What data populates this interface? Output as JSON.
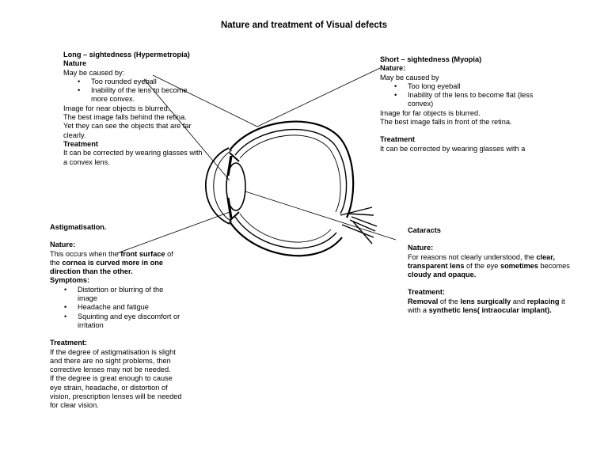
{
  "title": "Nature and treatment of Visual defects",
  "long": {
    "heading": "Long – sightedness (Hypermetropia)",
    "nature_label": "Nature",
    "caused_by": "May be caused by:",
    "bullets": [
      "Too rounded eyeball",
      "Inability of the lens  to become more convex."
    ],
    "lines": [
      "Image for near objects is blurred.",
      "The best image falls behind the retina.",
      "Yet they can see the objects that are far clearly."
    ],
    "treatment_label": "Treatment",
    "treatment": "It can be corrected by wearing glasses with a convex lens."
  },
  "short": {
    "heading": "Short – sightedness (Myopia)",
    "nature_label": "Nature:",
    "caused_by": "May be caused by",
    "bullets": [
      "Too long eyeball",
      "Inability of the lens to become flat (less convex)"
    ],
    "lines": [
      "Image for far objects is blurred.",
      "The best image falls in front of the retina."
    ],
    "treatment_label": "Treatment",
    "treatment": "It can be corrected by wearing glasses with a"
  },
  "astig": {
    "heading": "Astigmatisation.",
    "nature_label": "Nature:",
    "nature_p1": "This occurs when the ",
    "nature_b1": "front surface",
    "nature_p2": " of the ",
    "nature_b2": "cornea is curved more in one direction than the other.",
    "symptoms_label": "Symptoms:",
    "bullets": [
      "Distortion or blurring of the image",
      "Headache and fatigue",
      "Squinting and eye discomfort or irritation"
    ],
    "treatment_label": "Treatment:",
    "treatment_p1": " If the degree of astigmatisation is slight and there are no sight problems, then corrective lenses may not be needed.",
    "treatment_p2": "If the degree is great enough to cause eye strain, headache, or distortion of vision, prescription lenses will be needed for clear vision."
  },
  "cataracts": {
    "heading": "Cataracts",
    "nature_label": "Nature:",
    "nature_p1": "For reasons not clearly understood, the ",
    "nature_b1": "clear, transparent lens",
    "nature_p2": " of the eye ",
    "nature_b2": "sometimes",
    "nature_p3": " becomes ",
    "nature_b3": "cloudy and opaque.",
    "treatment_label": "Treatment:",
    "treatment_b1": "Removal",
    "treatment_p1": " of the ",
    "treatment_b2": "lens surgically",
    "treatment_p2": " and ",
    "treatment_b3": "replacing",
    "treatment_p3": "  it with a ",
    "treatment_b4": "synthetic lens( intraocular implant)."
  }
}
